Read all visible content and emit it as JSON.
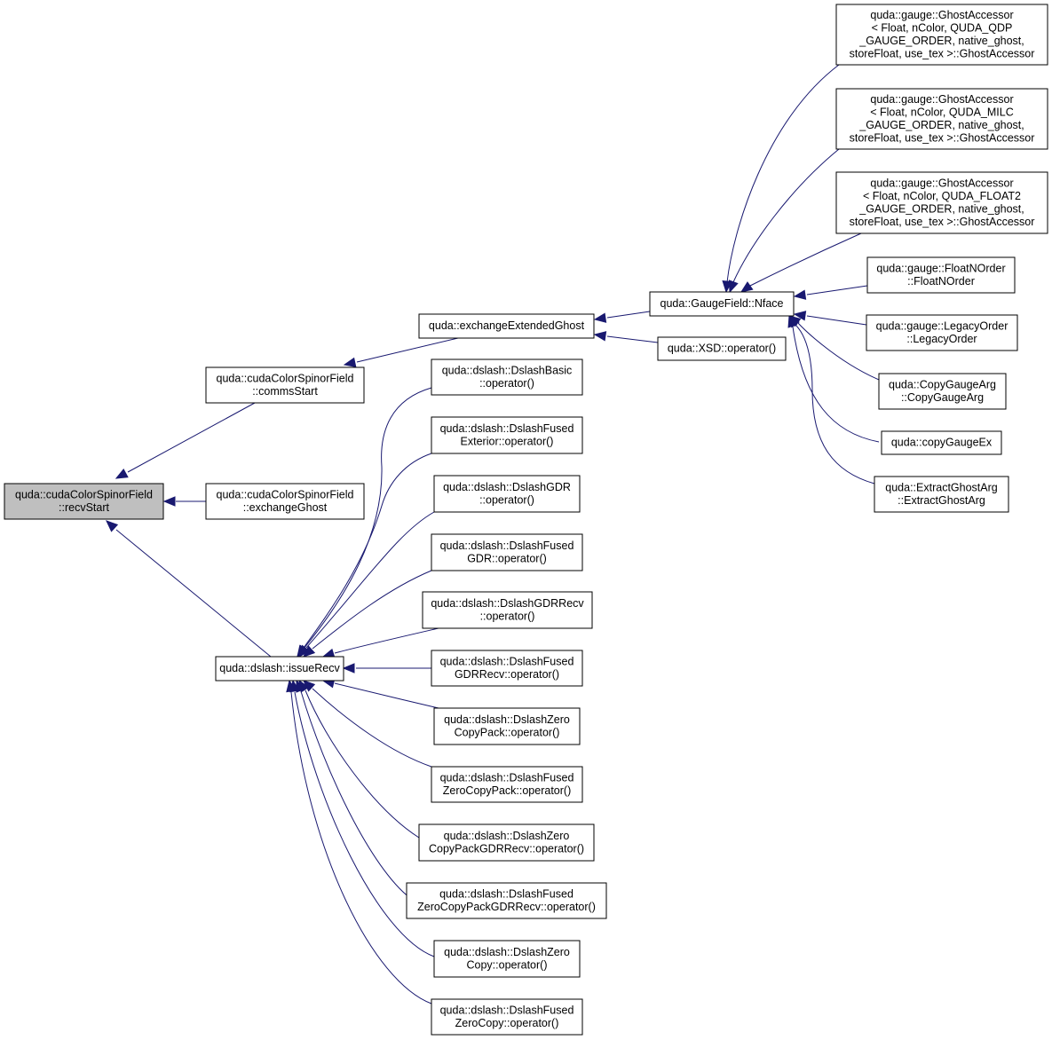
{
  "colors": {
    "edge": "#191970",
    "root_fill": "#bfbfbf",
    "node_fill": "#ffffff",
    "node_border": "#000000",
    "background": "#ffffff"
  },
  "nodes": [
    {
      "id": "recvStart",
      "root": true,
      "lines": [
        "quda::cudaColorSpinorField",
        "::recvStart"
      ]
    },
    {
      "id": "commsStart",
      "lines": [
        "quda::cudaColorSpinorField",
        "::commsStart"
      ]
    },
    {
      "id": "exchangeGhost",
      "lines": [
        "quda::cudaColorSpinorField",
        "::exchangeGhost"
      ]
    },
    {
      "id": "issueRecv",
      "lines": [
        "quda::dslash::issueRecv"
      ]
    },
    {
      "id": "exchangeExtendedGhost",
      "lines": [
        "quda::exchangeExtendedGhost"
      ]
    },
    {
      "id": "nface",
      "lines": [
        "quda::GaugeField::Nface"
      ]
    },
    {
      "id": "xsd",
      "lines": [
        "quda::XSD::operator()"
      ]
    },
    {
      "id": "ga_qdp",
      "lines": [
        "quda::gauge::GhostAccessor",
        "< Float, nColor, QUDA_QDP",
        "_GAUGE_ORDER, native_ghost,",
        " storeFloat, use_tex >::GhostAccessor"
      ]
    },
    {
      "id": "ga_milc",
      "lines": [
        "quda::gauge::GhostAccessor",
        "< Float, nColor, QUDA_MILC",
        "_GAUGE_ORDER, native_ghost,",
        " storeFloat, use_tex >::GhostAccessor"
      ]
    },
    {
      "id": "ga_float2",
      "lines": [
        "quda::gauge::GhostAccessor",
        "< Float, nColor, QUDA_FLOAT2",
        "_GAUGE_ORDER, native_ghost,",
        " storeFloat, use_tex >::GhostAccessor"
      ]
    },
    {
      "id": "floatN",
      "lines": [
        "quda::gauge::FloatNOrder",
        "::FloatNOrder"
      ]
    },
    {
      "id": "legacy",
      "lines": [
        "quda::gauge::LegacyOrder",
        "::LegacyOrder"
      ]
    },
    {
      "id": "copyGaugeArg",
      "lines": [
        "quda::CopyGaugeArg",
        "::CopyGaugeArg"
      ]
    },
    {
      "id": "copyGaugeEx",
      "lines": [
        "quda::copyGaugeEx"
      ]
    },
    {
      "id": "extractGhostArg",
      "lines": [
        "quda::ExtractGhostArg",
        "::ExtractGhostArg"
      ]
    },
    {
      "id": "d_basic",
      "lines": [
        "quda::dslash::DslashBasic",
        "::operator()"
      ]
    },
    {
      "id": "d_fusedExt",
      "lines": [
        "quda::dslash::DslashFused",
        "Exterior::operator()"
      ]
    },
    {
      "id": "d_gdr",
      "lines": [
        "quda::dslash::DslashGDR",
        "::operator()"
      ]
    },
    {
      "id": "d_fusedGdr",
      "lines": [
        "quda::dslash::DslashFused",
        "GDR::operator()"
      ]
    },
    {
      "id": "d_gdrRecv",
      "lines": [
        "quda::dslash::DslashGDRRecv",
        "::operator()"
      ]
    },
    {
      "id": "d_fusedGdrRecv",
      "lines": [
        "quda::dslash::DslashFused",
        "GDRRecv::operator()"
      ]
    },
    {
      "id": "d_zcPack",
      "lines": [
        "quda::dslash::DslashZero",
        "CopyPack::operator()"
      ]
    },
    {
      "id": "d_fusedZcPack",
      "lines": [
        "quda::dslash::DslashFused",
        "ZeroCopyPack::operator()"
      ]
    },
    {
      "id": "d_zcPackGdr",
      "lines": [
        "quda::dslash::DslashZero",
        "CopyPackGDRRecv::operator()"
      ]
    },
    {
      "id": "d_fusedZcPackGdr",
      "lines": [
        "quda::dslash::DslashFused",
        "ZeroCopyPackGDRRecv::operator()"
      ]
    },
    {
      "id": "d_zc",
      "lines": [
        "quda::dslash::DslashZero",
        "Copy::operator()"
      ]
    },
    {
      "id": "d_fusedZc",
      "lines": [
        "quda::dslash::DslashFused",
        "ZeroCopy::operator()"
      ]
    }
  ],
  "edges": [
    [
      "commsStart",
      "recvStart"
    ],
    [
      "exchangeGhost",
      "recvStart"
    ],
    [
      "issueRecv",
      "recvStart"
    ],
    [
      "exchangeExtendedGhost",
      "commsStart"
    ],
    [
      "nface",
      "exchangeExtendedGhost"
    ],
    [
      "xsd",
      "exchangeExtendedGhost"
    ],
    [
      "ga_qdp",
      "nface"
    ],
    [
      "ga_milc",
      "nface"
    ],
    [
      "ga_float2",
      "nface"
    ],
    [
      "floatN",
      "nface"
    ],
    [
      "legacy",
      "nface"
    ],
    [
      "copyGaugeArg",
      "nface"
    ],
    [
      "copyGaugeEx",
      "nface"
    ],
    [
      "extractGhostArg",
      "nface"
    ],
    [
      "d_basic",
      "issueRecv"
    ],
    [
      "d_fusedExt",
      "issueRecv"
    ],
    [
      "d_gdr",
      "issueRecv"
    ],
    [
      "d_fusedGdr",
      "issueRecv"
    ],
    [
      "d_gdrRecv",
      "issueRecv"
    ],
    [
      "d_fusedGdrRecv",
      "issueRecv"
    ],
    [
      "d_zcPack",
      "issueRecv"
    ],
    [
      "d_fusedZcPack",
      "issueRecv"
    ],
    [
      "d_zcPackGdr",
      "issueRecv"
    ],
    [
      "d_fusedZcPackGdr",
      "issueRecv"
    ],
    [
      "d_zc",
      "issueRecv"
    ],
    [
      "d_fusedZc",
      "issueRecv"
    ]
  ]
}
